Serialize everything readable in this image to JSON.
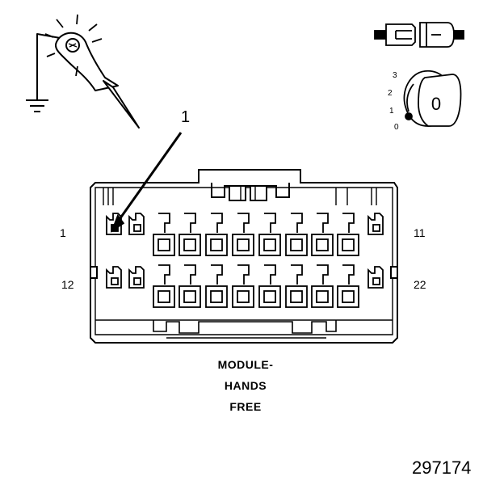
{
  "callout_number": "1",
  "pin_labels": {
    "top_left": "1",
    "top_right": "11",
    "bottom_left": "12",
    "bottom_right": "22"
  },
  "module_label": [
    "MODULE-",
    "HANDS",
    "FREE"
  ],
  "ignition_positions": [
    "3",
    "2",
    "1",
    "0"
  ],
  "key_label": "0",
  "figure_number": "297174",
  "icons": {
    "probe": "test-light-probe-icon",
    "ground": "ground-symbol-icon",
    "connector": "disconnected-connector-icon",
    "ignition": "ignition-key-icon"
  }
}
